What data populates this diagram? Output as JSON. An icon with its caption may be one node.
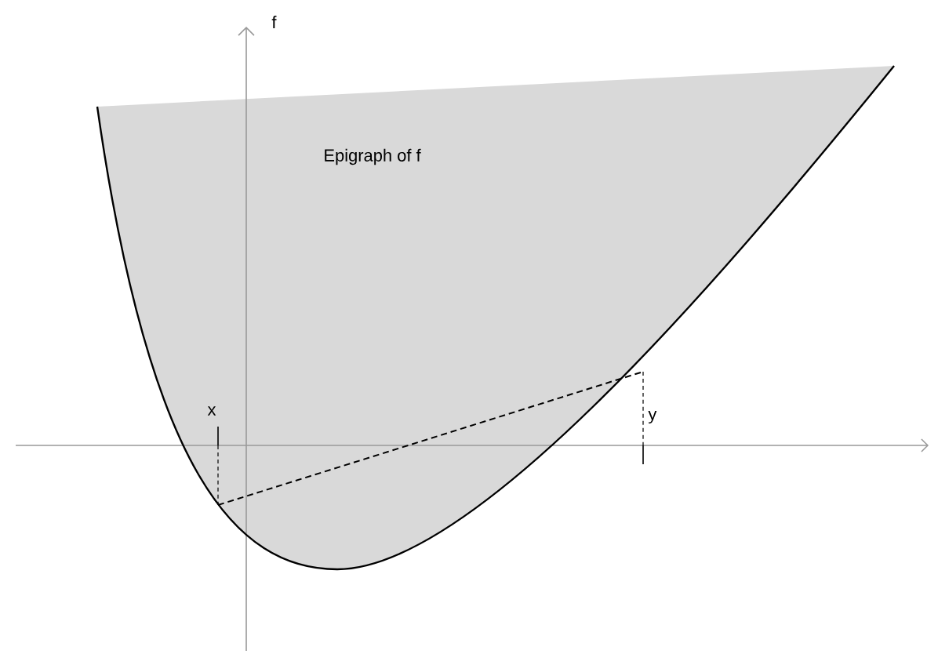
{
  "diagram": {
    "labels": [
      "f",
      "Epigraph of f",
      "x",
      "y"
    ]
  }
}
